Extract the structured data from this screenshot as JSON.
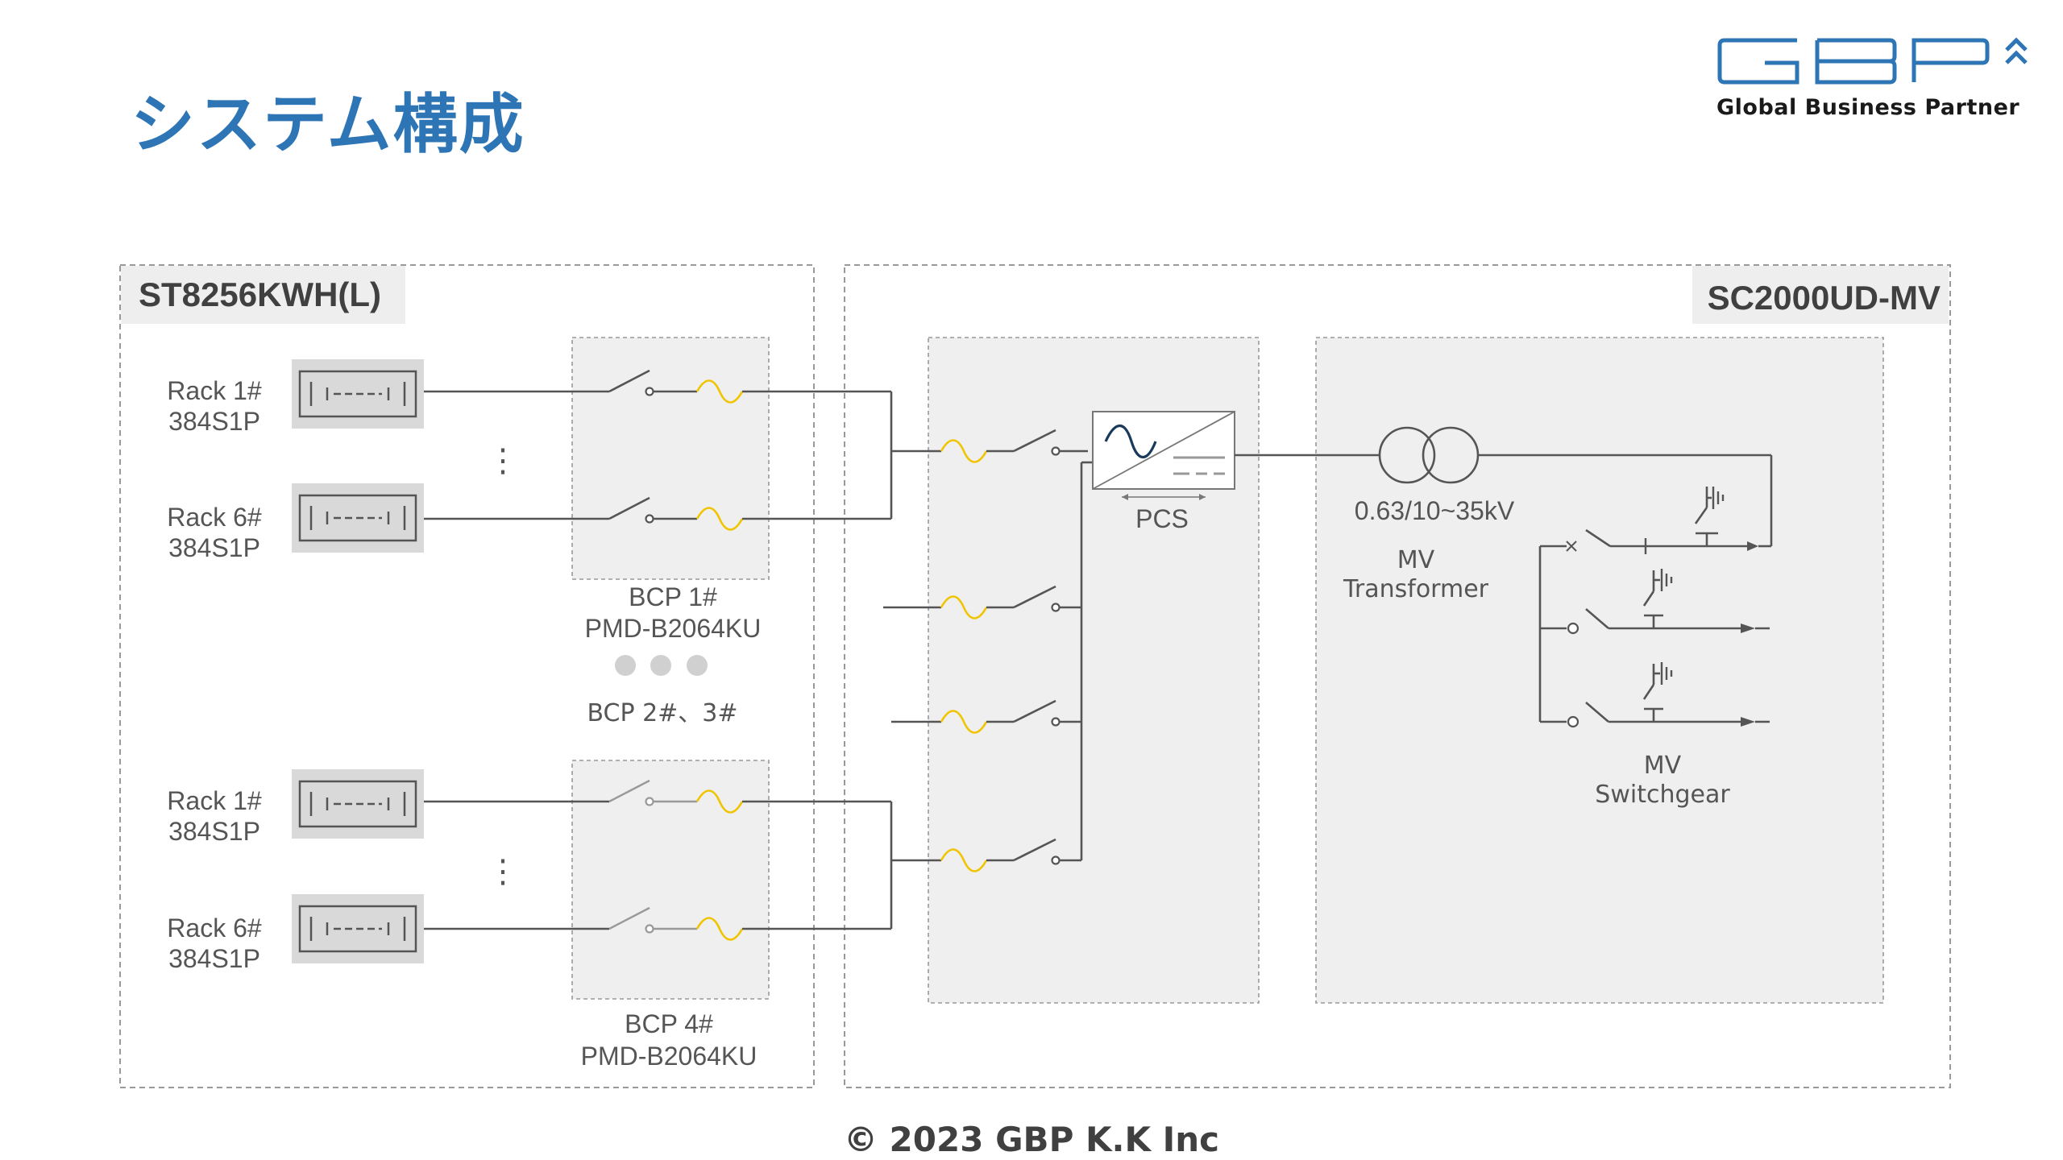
{
  "page": {
    "title": "システム構成",
    "footer": "© 2023 GBP K.K Inc"
  },
  "logo": {
    "mark": "GBP",
    "tagline": "Global Business Partner",
    "brand_color": "#2e75b6"
  },
  "left_section": {
    "title": "ST8256KWH(L)",
    "racks_top": [
      {
        "name": "Rack 1#",
        "config": "384S1P"
      },
      {
        "name": "Rack 6#",
        "config": "384S1P"
      }
    ],
    "racks_bottom": [
      {
        "name": "Rack 1#",
        "config": "384S1P"
      },
      {
        "name": "Rack 6#",
        "config": "384S1P"
      }
    ],
    "ellipsis": "⋮",
    "bcp_top": {
      "name": "BCP 1#",
      "model": "PMD-B2064KU"
    },
    "bcp_middle": {
      "name": "BCP 2#、3#"
    },
    "bcp_bottom": {
      "name": "BCP 4#",
      "model": "PMD-B2064KU"
    }
  },
  "right_section": {
    "title": "SC2000UD-MV",
    "pcs_label": "PCS",
    "transformer": {
      "rating": "0.63/10~35kV",
      "line1": "MV",
      "line2": "Transformer"
    },
    "switchgear": {
      "line1": "MV",
      "line2": "Switchgear"
    }
  },
  "colors": {
    "title_blue": "#2e75b6",
    "fuse_yellow": "#f0c400",
    "wire_gray": "#555555",
    "panel_fill": "#efefef"
  }
}
